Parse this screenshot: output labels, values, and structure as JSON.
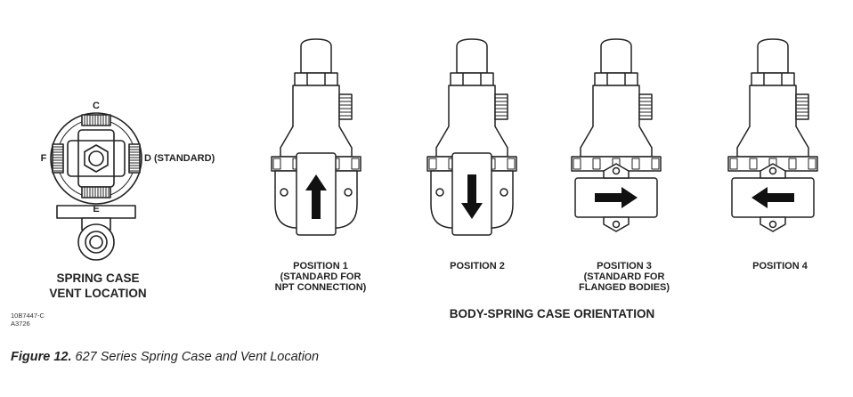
{
  "vent_diagram": {
    "label_c": "C",
    "label_d": "D (STANDARD)",
    "label_e": "E",
    "label_f": "F",
    "title_line1": "SPRING CASE",
    "title_line2": "VENT LOCATION"
  },
  "positions": [
    {
      "line1": "POSITION 1",
      "line2": "(STANDARD FOR",
      "line3": "NPT CONNECTION)",
      "arrow": "up"
    },
    {
      "line1": "POSITION 2",
      "line2": "",
      "line3": "",
      "arrow": "down"
    },
    {
      "line1": "POSITION 3",
      "line2": "(STANDARD FOR",
      "line3": "FLANGED BODIES)",
      "arrow": "right"
    },
    {
      "line1": "POSITION 4",
      "line2": "",
      "line3": "",
      "arrow": "left"
    }
  ],
  "orientation_title": "BODY-SPRING CASE ORIENTATION",
  "drawing_codes": {
    "line1": "10B7447-C",
    "line2": "A3726"
  },
  "caption": {
    "figure": "Figure 12.",
    "text": " 627 Series Spring Case and Vent Location"
  }
}
